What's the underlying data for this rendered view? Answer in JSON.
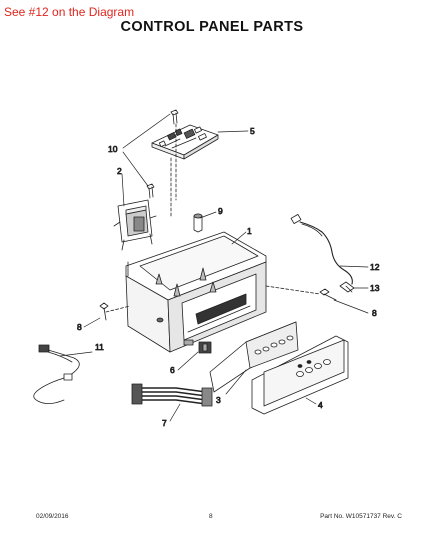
{
  "header": {
    "note": "See #12 on the Diagram",
    "title": "CONTROL PANEL PARTS"
  },
  "callouts": {
    "c1": "1",
    "c2": "2",
    "c3": "3",
    "c4": "4",
    "c5": "5",
    "c6": "6",
    "c7": "7",
    "c8": "8",
    "c9": "9",
    "c10": "10",
    "c11": "11",
    "c12": "12",
    "c13": "13"
  },
  "footer": {
    "date": "02/09/2016",
    "page": "8",
    "part": "Part No.  W10571737  Rev. C"
  },
  "colors": {
    "note": "#e0261f",
    "text": "#111111",
    "line": "#222222"
  }
}
